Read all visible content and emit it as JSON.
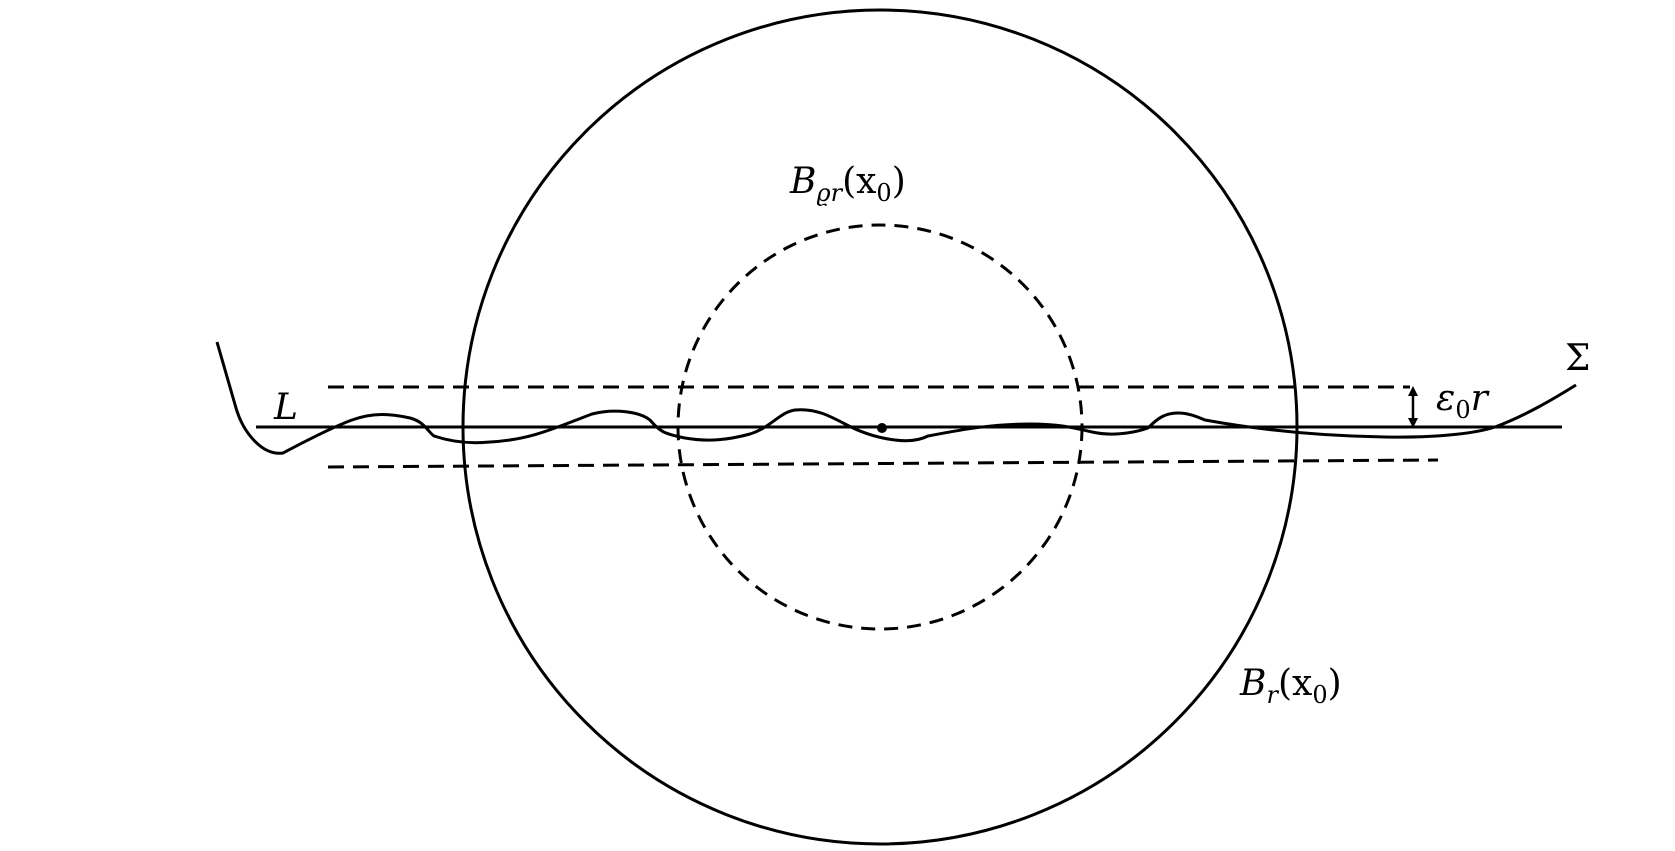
{
  "labels": {
    "line_L": "L",
    "surface": "Σ",
    "inner_ball": {
      "main": "B",
      "sub": "ϱr",
      "arg": "(x",
      "arg_sub": "0",
      "close": ")"
    },
    "outer_ball": {
      "main": "B",
      "sub": "r",
      "arg": "(x",
      "arg_sub": "0",
      "close": ")"
    },
    "width": {
      "main": "ε",
      "sub": "0",
      "tail": "r"
    }
  },
  "colors": {
    "ink": "#000000",
    "background": "#ffffff"
  }
}
